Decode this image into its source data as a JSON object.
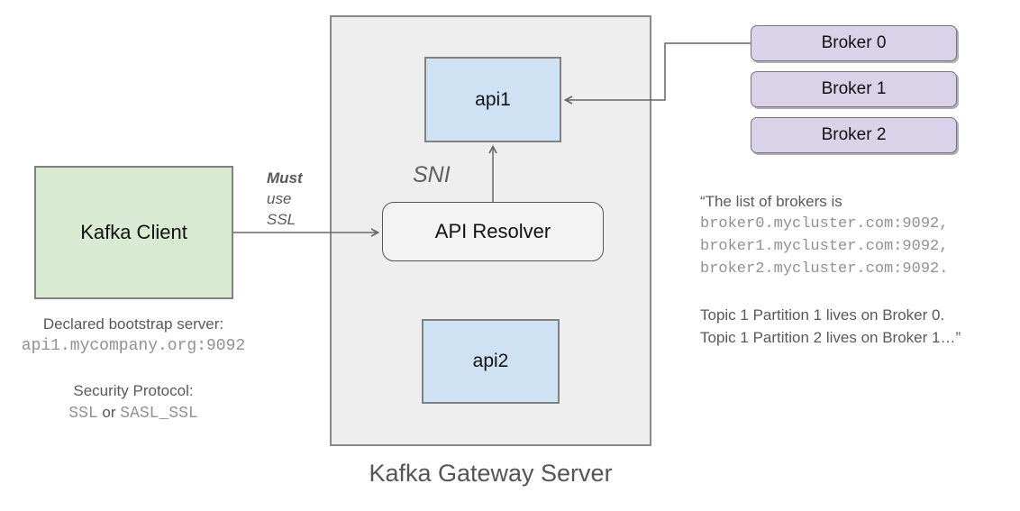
{
  "diagram": {
    "gateway": {
      "title": "Kafka Gateway Server"
    },
    "nodes": {
      "client": "Kafka Client",
      "resolver": "API Resolver",
      "api1": "api1",
      "api2": "api2"
    },
    "brokers": [
      {
        "label": "Broker 0"
      },
      {
        "label": "Broker 1"
      },
      {
        "label": "Broker 2"
      }
    ],
    "edge_labels": {
      "must": "Must",
      "use": "use",
      "ssl": "SSL",
      "sni": "SNI"
    },
    "client_note": {
      "bootstrap_label": "Declared bootstrap server:",
      "bootstrap_value": "api1.mycompany.org:9092",
      "security_label": "Security Protocol:",
      "security_ssl": "SSL",
      "security_or": "or",
      "security_sasl": "SASL_SSL"
    },
    "broker_note": {
      "intro": "“The list of brokers is",
      "hosts": [
        "broker0.mycluster.com:9092,",
        "broker1.mycluster.com:9092,",
        "broker2.mycluster.com:9092."
      ],
      "topics": [
        "Topic 1 Partition 1 lives on Broker 0.",
        "Topic 1 Partition 2 lives on Broker 1…”"
      ]
    },
    "colors": {
      "client_fill": "#d9ead3",
      "api_fill": "#cfe2f3",
      "broker_fill": "#d9d2e9",
      "gateway_fill": "#eeeeee",
      "resolver_fill": "#f3f3f3",
      "border_gray": "#808080",
      "connector": "#666666",
      "text_dark": "#111111",
      "text_gray": "#595959",
      "text_mono_gray": "#919191"
    }
  }
}
